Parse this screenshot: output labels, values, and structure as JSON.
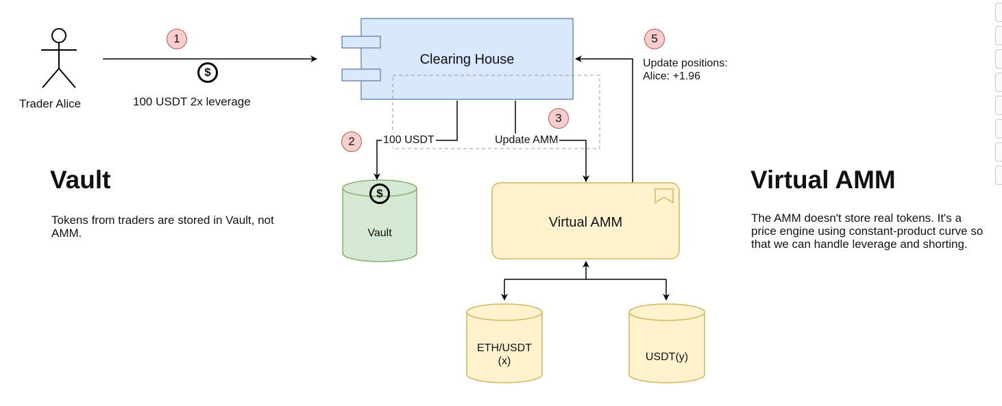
{
  "actor": {
    "name": "Trader Alice",
    "icon": "stick-figure-icon"
  },
  "clearing_house": {
    "label": "Clearing House"
  },
  "vault": {
    "label": "Vault",
    "icon": "dollar-icon"
  },
  "virtual_amm": {
    "label": "Virtual AMM",
    "icon": "flag-icon"
  },
  "pools": {
    "eth": "ETH/USDT\n(x)",
    "usdt": "USDT(y)"
  },
  "steps": {
    "s1": {
      "number": "1",
      "text": "100 USDT 2x leverage",
      "icon": "dollar-icon"
    },
    "s2": {
      "number": "2",
      "text": "100 USDT"
    },
    "s3": {
      "number": "3",
      "text": "Update AMM"
    },
    "s5": {
      "number": "5",
      "text": "Update positions:\nAlice: +1.96"
    }
  },
  "sections": {
    "vault": {
      "title": "Vault",
      "body": "Tokens from traders are stored in Vault, not AMM."
    },
    "amm": {
      "title": "Virtual AMM",
      "body": "The AMM doesn't store real tokens. It's a price engine using constant-product curve so that we can handle leverage and shorting."
    }
  },
  "colors": {
    "clearing_fill": "#dae8fc",
    "clearing_stroke": "#6c8ebf",
    "vault_fill": "#d5e8d4",
    "vault_stroke": "#82b366",
    "amm_fill": "#fff2cc",
    "amm_stroke": "#d6b656",
    "step_fill": "#f8cecc",
    "step_stroke": "#b85450"
  },
  "dollar_glyph": "$"
}
